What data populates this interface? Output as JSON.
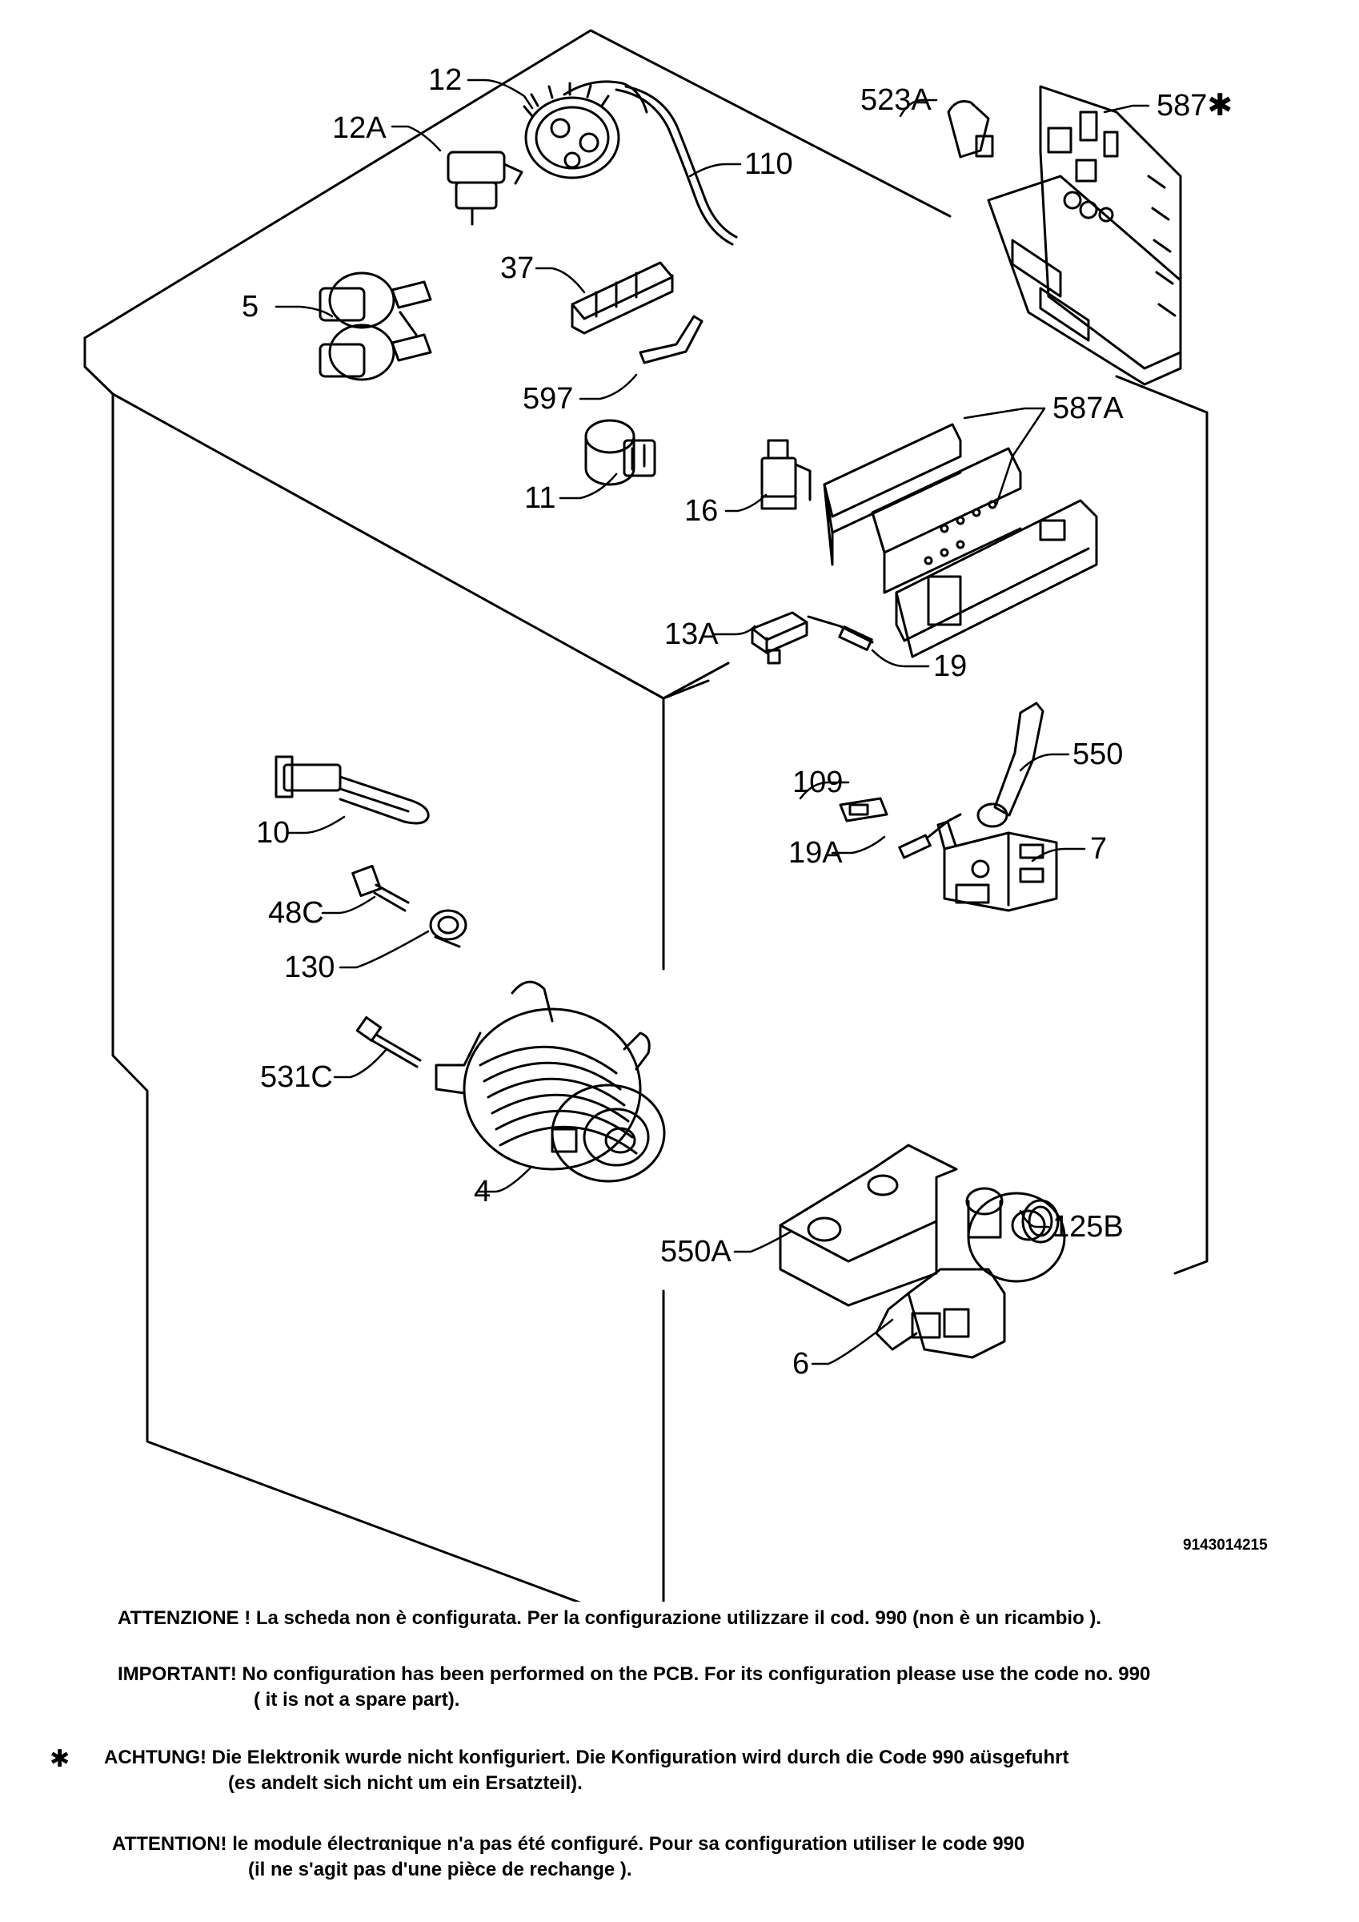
{
  "diagram": {
    "labels": {
      "p12": "12",
      "p12a": "12A",
      "p110": "110",
      "p5": "5",
      "p37": "37",
      "p597": "597",
      "p523a": "523A",
      "p587star": "587✱",
      "p587a": "587A",
      "p11": "11",
      "p16": "16",
      "p13a": "13A",
      "p19": "19",
      "p10": "10",
      "p109": "109",
      "p550": "550",
      "p19a": "19A",
      "p7": "7",
      "p48c": "48C",
      "p130": "130",
      "p531c": "531C",
      "p4": "4",
      "p550a": "550A",
      "p125b": "125B",
      "p6": "6"
    },
    "drawing_code": "9143014215"
  },
  "notes": {
    "italian": "ATTENZIONE ! La scheda non è  configurata. Per la configurazione utilizzare il cod. 990 (non è un ricambio ).",
    "english_line1": "IMPORTANT! No configuration has been performed on the PCB. For its configuration please use the code no. 990",
    "english_line2": "( it is not a spare part).",
    "asterisk": "✱",
    "german_line1": "ACHTUNG! Die Elektronik wurde nicht konfiguriert. Die Konfiguration wird durch die Code 990 aüsgefuhrt",
    "german_line2": "(es andelt sich nicht um ein Ersatzteil).",
    "french_line1": "ATTENTION! le module électrαnique n'a pas été configuré. Pour  sa configuration utiliser le code 990",
    "french_line2": "(il ne s'agit pas d'une pièce de rechange )."
  }
}
